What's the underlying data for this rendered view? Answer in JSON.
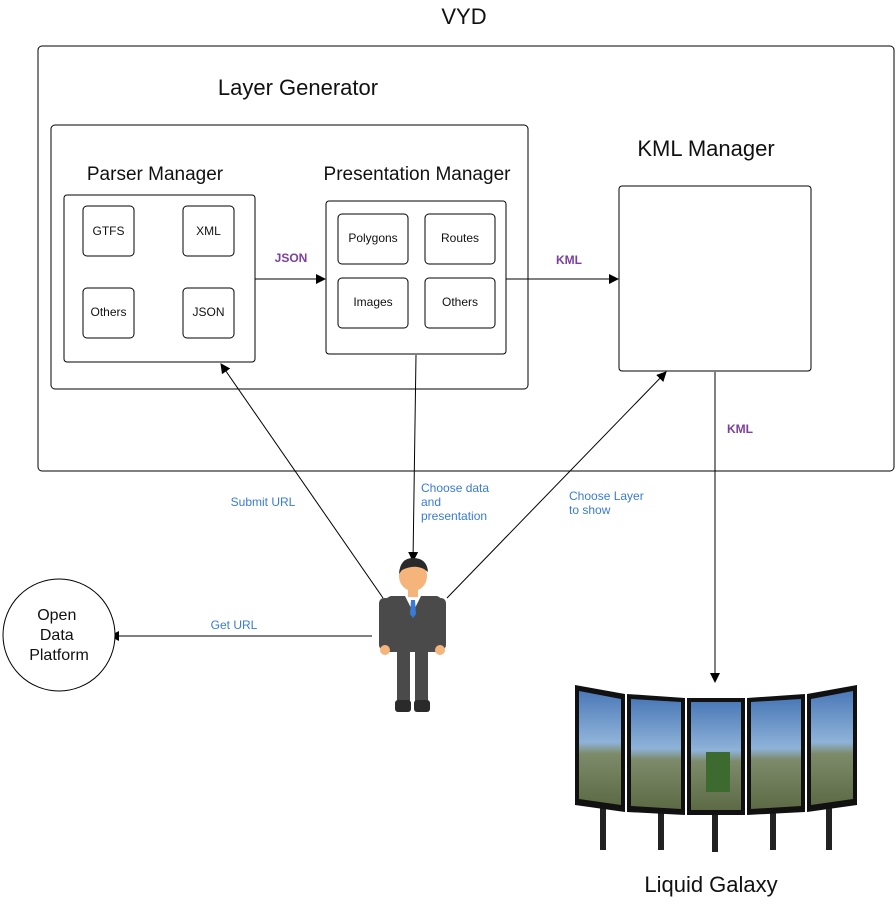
{
  "title": "VYD",
  "layer_generator": {
    "title": "Layer Generator",
    "parser_manager": {
      "title": "Parser Manager",
      "items": [
        "GTFS",
        "XML",
        "Others",
        "JSON"
      ]
    },
    "presentation_manager": {
      "title": "Presentation Manager",
      "items": [
        "Polygons",
        "Routes",
        "Images",
        "Others"
      ]
    }
  },
  "kml_manager": {
    "title": "KML Manager"
  },
  "edges": {
    "parser_to_presentation": "JSON",
    "presentation_to_kml": "KML",
    "kml_to_galaxy": "KML",
    "submit_url": "Submit URL",
    "choose_data": [
      "Choose data",
      "and",
      "presentation"
    ],
    "choose_layer": [
      "Choose Layer",
      "to show"
    ],
    "get_url": "Get URL"
  },
  "open_data_platform": [
    "Open",
    "Data",
    "Platform"
  ],
  "liquid_galaxy": {
    "label": "Liquid Galaxy"
  },
  "colors": {
    "edge_label": "#7b3f9e",
    "action_label": "#3a7bd5",
    "line": "#000000",
    "suit": "#4a4a4a",
    "skin": "#f5b47a",
    "hair": "#2a2a2a"
  }
}
